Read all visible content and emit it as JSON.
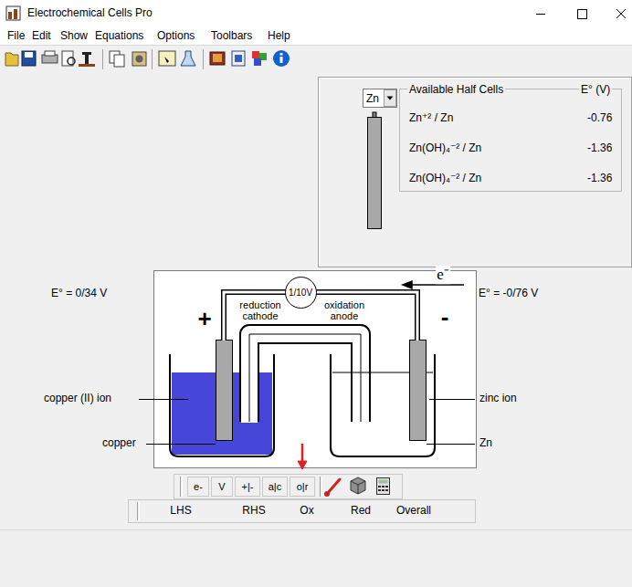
{
  "diagram": {
    "title": "Electrochemical Cells Pro",
    "nodes": [
      {
        "text": [
          "Zn"
        ]
      },
      {
        "text": [
          "Available Half Cells",
          "E° (V)",
          "Zn⁺² / Zn",
          "-0.76",
          "Zn(OH)₄⁻² / Zn",
          "-1.36",
          "Zn(OH)₄⁻² / Zn",
          "-1.36"
        ]
      },
      {
        "text": [
          "1/10V"
        ]
      },
      {
        "text": [
          "e-"
        ]
      },
      {
        "text": [
          "V"
        ]
      },
      {
        "text": [
          "+|-"
        ]
      },
      {
        "text": [
          "a|c"
        ]
      },
      {
        "text": [
          "o|r"
        ]
      }
    ],
    "labels": [
      "File",
      "Edit",
      "Show",
      "Equations",
      "Options",
      "Toolbars",
      "Help",
      "E° = 0/34 V",
      "E° = -0/76 V",
      "e⁻",
      "+",
      "-",
      "reduction cathode",
      "oxidation anode",
      "copper (II) ion",
      "copper",
      "zinc ion",
      "Zn",
      "LHS",
      "RHS",
      "Ox",
      "Red",
      "Overall"
    ]
  }
}
